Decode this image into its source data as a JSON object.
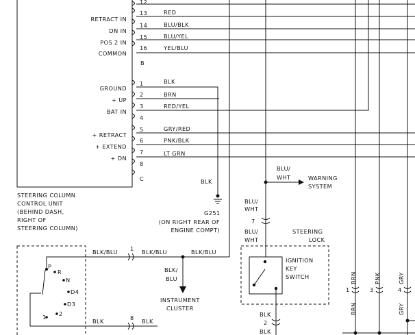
{
  "unit": {
    "name_lines": [
      "STEERING COLUMN",
      "CONTROL UNIT",
      "(BEHIND DASH,",
      "RIGHT OF",
      "STEERING COLUMN)"
    ],
    "pin_labels": [
      "RETRACT IN",
      "DN IN",
      "POS 2 IN",
      "COMMON",
      "GROUND",
      "+ UP",
      "BAT IN",
      "+ RETRACT",
      "+ EXTEND",
      "+ DN"
    ],
    "pin_numbers": [
      "12",
      "13",
      "14",
      "15",
      "16",
      "B",
      "1",
      "2",
      "3",
      "4",
      "5",
      "6",
      "7",
      "8",
      "C"
    ]
  },
  "wires": [
    "RED",
    "BLU/BLK",
    "BLU/YEL",
    "YEL/BLU",
    "BLK",
    "BRN",
    "RED/YEL",
    "GRY/RED",
    "PNK/BLK",
    "LT GRN"
  ],
  "ground": {
    "wire": "BLK",
    "id": "G251",
    "note_lines": [
      "(ON RIGHT REAR OF",
      "ENGINE COMPT)"
    ]
  },
  "warning": {
    "wire_lines": [
      "BLU/",
      "WHT"
    ],
    "label_lines": [
      "WARNING",
      "SYSTEM"
    ]
  },
  "lock": {
    "wire_upper": [
      "BLU/",
      "WHT"
    ],
    "conn": "7",
    "wire_lower": [
      "BLU/",
      "WHT"
    ],
    "box_lines": [
      "STEERING",
      "LOCK"
    ],
    "switch_lines": [
      "IGNITION",
      "KEY",
      "SWITCH"
    ],
    "below_wire": "BLK",
    "below_conn": "2",
    "below_wire2": "BLK"
  },
  "cluster": {
    "conn1": "1",
    "wire_left": "BLK/BLU",
    "wire_mid": "BLK/BLU",
    "wire_right": "BLK/BLU",
    "down_wire": [
      "BLK/",
      "BLU"
    ],
    "label_lines": [
      "INSTRUMENT",
      "CLUSTER"
    ],
    "conn8": "8",
    "wire8_left": "BLK",
    "wire8_right": "BLK"
  },
  "selector": [
    "P",
    "R",
    "N",
    "D4",
    "D3",
    "2",
    "1"
  ],
  "right_wires": {
    "top": [
      "BRN",
      "PNK",
      "GRY"
    ],
    "bottom": [
      "BRN",
      "GRY"
    ],
    "conns": [
      "1",
      "3",
      "4"
    ]
  }
}
